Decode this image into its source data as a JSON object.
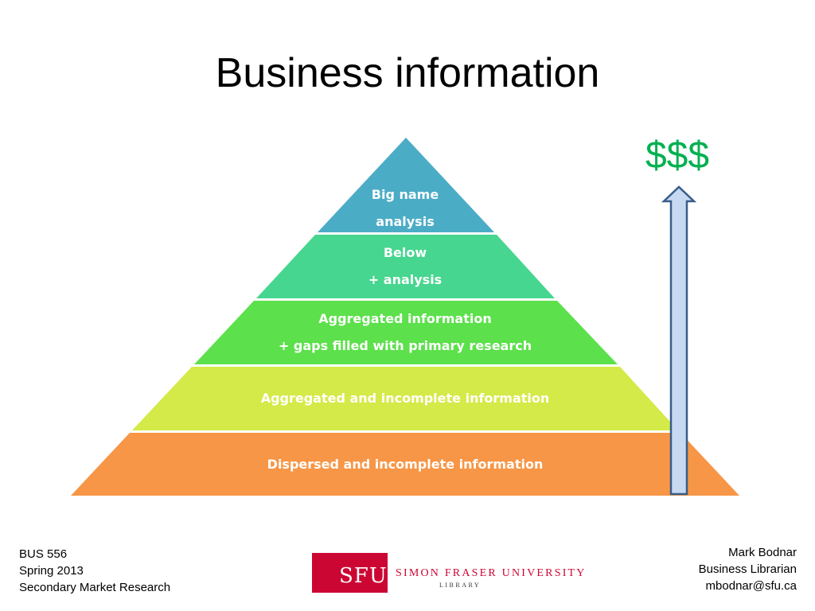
{
  "slide": {
    "title": "Business information"
  },
  "pyramid": {
    "layers": [
      {
        "lines": [
          "Big name",
          "analysis"
        ],
        "color": "#4bacc6"
      },
      {
        "lines": [
          "Below",
          "+ analysis"
        ],
        "color": "#46d68f"
      },
      {
        "lines": [
          "Aggregated information",
          "+ gaps filled with primary research"
        ],
        "color": "#5ce04b"
      },
      {
        "lines": [
          "Aggregated and incomplete information"
        ],
        "color": "#d4ea48"
      },
      {
        "lines": [
          "Dispersed and incomplete information"
        ],
        "color": "#f79646"
      }
    ]
  },
  "value_arrow": {
    "label": "$$$",
    "label_color": "#00b050",
    "fill_color": "#c6d9f1",
    "stroke_color": "#385d8a"
  },
  "footer_left": {
    "line1": "BUS 556",
    "line2": "Spring 2013",
    "line3": "Secondary Market Research"
  },
  "footer_right": {
    "line1": "Mark Bodnar",
    "line2": "Business Librarian",
    "line3": "mbodnar@sfu.ca"
  },
  "logo": {
    "mark": "SFU",
    "name": "SIMON FRASER UNIVERSITY",
    "sub": "LIBRARY",
    "color": "#cc0633"
  }
}
